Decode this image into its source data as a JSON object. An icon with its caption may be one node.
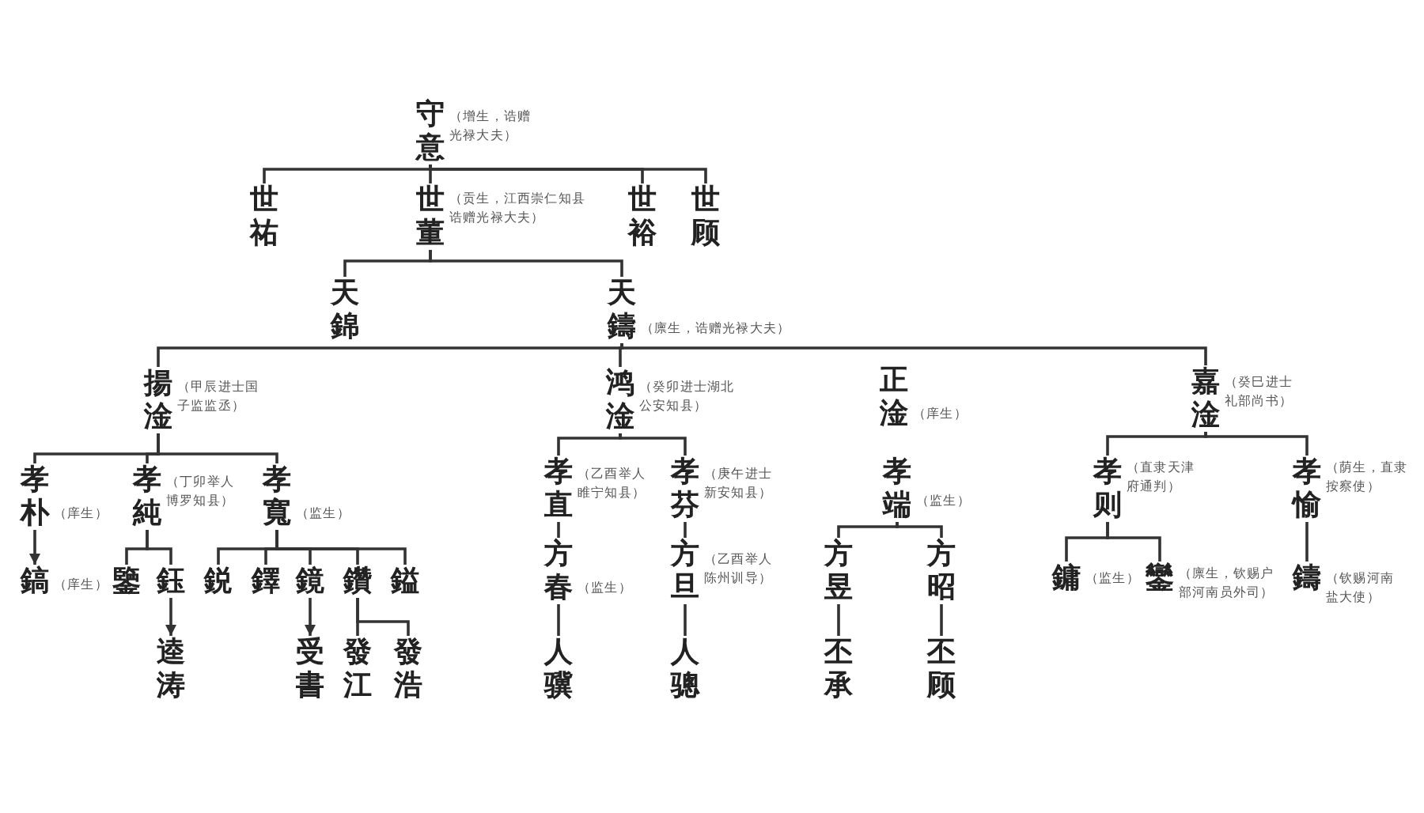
{
  "diagram": {
    "nodes": [
      {
        "text": [
          "守意"
        ],
        "beside": [
          "（增生，诰赠光禄大夫）"
        ]
      },
      {
        "text": [
          "世祐"
        ]
      },
      {
        "text": [
          "世董"
        ],
        "beside": [
          "（贡生，江西崇仁知县诰赠光禄大夫）"
        ]
      },
      {
        "text": [
          "世裕"
        ]
      },
      {
        "text": [
          "世顾"
        ]
      },
      {
        "text": [
          "天錦"
        ]
      },
      {
        "text": [
          "天鑄"
        ],
        "beside": [
          "（廪生，诰赠光禄大夫）"
        ]
      },
      {
        "text": [
          "揚淦"
        ],
        "beside": [
          "（甲辰进士国子监监丞）"
        ]
      },
      {
        "text": [
          "鸿淦"
        ],
        "beside": [
          "（癸卯进士湖北公安知县）"
        ]
      },
      {
        "text": [
          "正淦"
        ],
        "beside": [
          "（庠生）"
        ]
      },
      {
        "text": [
          "嘉淦"
        ],
        "beside": [
          "（癸巳进士礼部尚书）"
        ]
      },
      {
        "text": [
          "孝朴"
        ],
        "beside": [
          "（庠生）"
        ]
      },
      {
        "text": [
          "孝純"
        ],
        "beside": [
          "（丁卯举人博罗知县）"
        ]
      },
      {
        "text": [
          "孝寬"
        ],
        "beside": [
          "（监生）"
        ]
      },
      {
        "text": [
          "孝直"
        ],
        "beside": [
          "（乙酉举人睢宁知县）"
        ]
      },
      {
        "text": [
          "孝芬"
        ],
        "beside": [
          "（庚午进士新安知县）"
        ]
      },
      {
        "text": [
          "孝端"
        ],
        "beside": [
          "（监生）"
        ]
      },
      {
        "text": [
          "孝则"
        ],
        "beside": [
          "（直隶天津府通判）"
        ]
      },
      {
        "text": [
          "孝愉"
        ],
        "beside": [
          "（荫生，直隶按察使）"
        ]
      },
      {
        "text": [
          "鎬"
        ],
        "beside": [
          "（庠生）"
        ]
      },
      {
        "text": [
          "鑒"
        ]
      },
      {
        "text": [
          "鈺"
        ]
      },
      {
        "text": [
          "鋭"
        ]
      },
      {
        "text": [
          "鐸"
        ]
      },
      {
        "text": [
          "鏡"
        ]
      },
      {
        "text": [
          "鑽"
        ]
      },
      {
        "text": [
          "鎰"
        ]
      },
      {
        "text": [
          "方春"
        ],
        "beside": [
          "（监生）"
        ]
      },
      {
        "text": [
          "方旦"
        ],
        "beside": [
          "（乙酉举人陈州训导）"
        ]
      },
      {
        "text": [
          "方昱"
        ]
      },
      {
        "text": [
          "方昭"
        ]
      },
      {
        "text": [
          "鏞"
        ],
        "beside": [
          "（监生）"
        ]
      },
      {
        "text": [
          "鑾"
        ],
        "beside": [
          "（廪生，钦赐户部河南员外司）"
        ]
      },
      {
        "text": [
          "鑄"
        ],
        "beside": [
          "（钦赐河南盐大使）"
        ]
      },
      {
        "text": [
          "逵涛"
        ]
      },
      {
        "text": [
          "受書"
        ]
      },
      {
        "text": [
          "發江"
        ]
      },
      {
        "text": [
          "發浩"
        ]
      },
      {
        "text": [
          "人骥"
        ]
      },
      {
        "text": [
          "人骢"
        ]
      },
      {
        "text": [
          "丕承"
        ]
      },
      {
        "text": [
          "丕顾"
        ]
      }
    ],
    "edges": [
      {
        "from": 0,
        "to": 1,
        "arrow": "none"
      },
      {
        "from": 0,
        "to": 2,
        "arrow": "none"
      },
      {
        "from": 0,
        "to": 3,
        "arrow": "none"
      },
      {
        "from": 0,
        "to": 4,
        "arrow": "none"
      },
      {
        "from": 2,
        "to": 5,
        "arrow": "none"
      },
      {
        "from": 2,
        "to": 6,
        "arrow": "none"
      },
      {
        "from": 6,
        "to": 7,
        "arrow": "none"
      },
      {
        "from": 6,
        "to": 8,
        "arrow": "none"
      },
      {
        "from": 6,
        "to": 10,
        "arrow": "none"
      },
      {
        "from": 7,
        "to": 11,
        "arrow": "none"
      },
      {
        "from": 7,
        "to": 12,
        "arrow": "none"
      },
      {
        "from": 7,
        "to": 13,
        "arrow": "none"
      },
      {
        "from": 11,
        "to": 19,
        "arrow": "to"
      },
      {
        "from": 12,
        "to": 20,
        "arrow": "none"
      },
      {
        "from": 12,
        "to": 21,
        "arrow": "none"
      },
      {
        "from": 21,
        "to": 34,
        "arrow": "to"
      },
      {
        "from": 13,
        "to": 22,
        "arrow": "none"
      },
      {
        "from": 13,
        "to": 23,
        "arrow": "none"
      },
      {
        "from": 13,
        "to": 24,
        "arrow": "none"
      },
      {
        "from": 13,
        "to": 25,
        "arrow": "none"
      },
      {
        "from": 13,
        "to": 26,
        "arrow": "none"
      },
      {
        "from": 24,
        "to": 35,
        "arrow": "to"
      },
      {
        "from": 25,
        "to": 36,
        "arrow": "none"
      },
      {
        "from": 25,
        "to": 37,
        "arrow": "none"
      },
      {
        "from": 8,
        "to": 14,
        "arrow": "none"
      },
      {
        "from": 8,
        "to": 15,
        "arrow": "none"
      },
      {
        "from": 14,
        "to": 27,
        "arrow": "none"
      },
      {
        "from": 27,
        "to": 38,
        "arrow": "none"
      },
      {
        "from": 15,
        "to": 28,
        "arrow": "none"
      },
      {
        "from": 28,
        "to": 39,
        "arrow": "none"
      },
      {
        "from": 16,
        "to": 29,
        "arrow": "none"
      },
      {
        "from": 16,
        "to": 30,
        "arrow": "none"
      },
      {
        "from": 29,
        "to": 40,
        "arrow": "none"
      },
      {
        "from": 30,
        "to": 41,
        "arrow": "none"
      },
      {
        "from": 10,
        "to": 17,
        "arrow": "none"
      },
      {
        "from": 10,
        "to": 18,
        "arrow": "none"
      },
      {
        "from": 17,
        "to": 31,
        "arrow": "none"
      },
      {
        "from": 17,
        "to": 32,
        "arrow": "none"
      },
      {
        "from": 18,
        "to": 33,
        "arrow": "none"
      }
    ]
  }
}
